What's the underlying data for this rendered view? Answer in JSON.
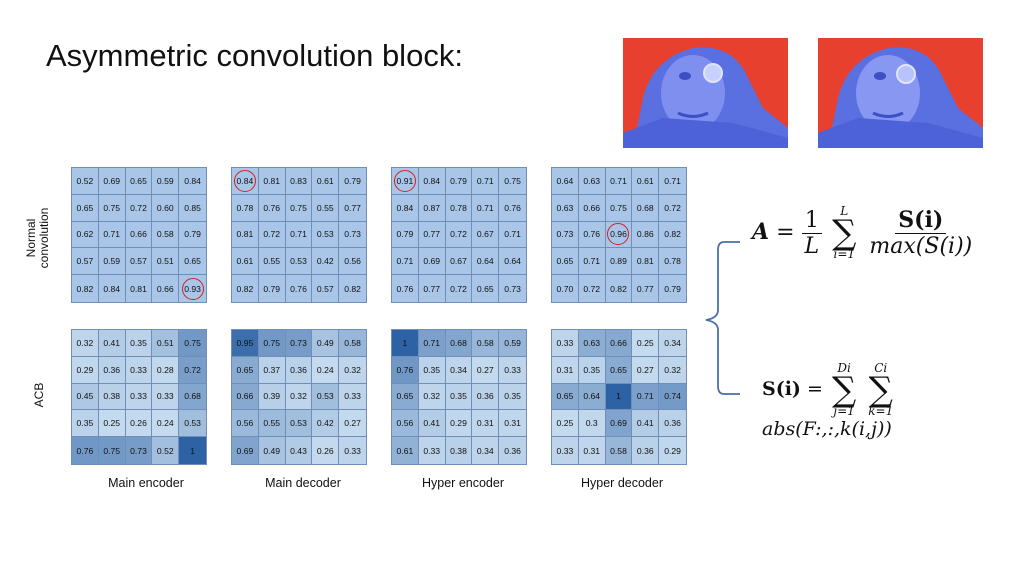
{
  "title": "Asymmetric convolution block:",
  "row_labels": {
    "normal": [
      "Normal",
      "convolution"
    ],
    "acb": "ACB"
  },
  "columns": [
    {
      "label": "Main encoder",
      "normal": [
        [
          "0.52",
          "0.69",
          "0.65",
          "0.59",
          "0.84"
        ],
        [
          "0.65",
          "0.75",
          "0.72",
          "0.60",
          "0.85"
        ],
        [
          "0.62",
          "0.71",
          "0.66",
          "0.58",
          "0.79"
        ],
        [
          "0.57",
          "0.59",
          "0.57",
          "0.51",
          "0.65"
        ],
        [
          "0.82",
          "0.84",
          "0.81",
          "0.66",
          "0.93"
        ]
      ],
      "normal_circle": [
        4,
        4
      ],
      "acb": [
        [
          "0.32",
          "0.41",
          "0.35",
          "0.51",
          "0.75"
        ],
        [
          "0.29",
          "0.36",
          "0.33",
          "0.28",
          "0.72"
        ],
        [
          "0.45",
          "0.38",
          "0.33",
          "0.33",
          "0.68"
        ],
        [
          "0.35",
          "0.25",
          "0.26",
          "0.24",
          "0.53"
        ],
        [
          "0.76",
          "0.75",
          "0.73",
          "0.52",
          "1"
        ]
      ]
    },
    {
      "label": "Main decoder",
      "normal": [
        [
          "0.84",
          "0.81",
          "0.83",
          "0.61",
          "0.79"
        ],
        [
          "0.78",
          "0.76",
          "0.75",
          "0.55",
          "0.77"
        ],
        [
          "0.81",
          "0.72",
          "0.71",
          "0.53",
          "0.73"
        ],
        [
          "0.61",
          "0.55",
          "0.53",
          "0.42",
          "0.56"
        ],
        [
          "0.82",
          "0.79",
          "0.76",
          "0.57",
          "0.82"
        ]
      ],
      "normal_circle": [
        0,
        0
      ],
      "acb": [
        [
          "0.95",
          "0.75",
          "0.73",
          "0.49",
          "0.58"
        ],
        [
          "0.65",
          "0.37",
          "0.36",
          "0.24",
          "0.32"
        ],
        [
          "0.66",
          "0.39",
          "0.32",
          "0.53",
          "0.33"
        ],
        [
          "0.56",
          "0.55",
          "0.53",
          "0.42",
          "0.27"
        ],
        [
          "0.69",
          "0.49",
          "0.43",
          "0.26",
          "0.33"
        ]
      ]
    },
    {
      "label": "Hyper encoder",
      "normal": [
        [
          "0.91",
          "0.84",
          "0.79",
          "0.71",
          "0.75"
        ],
        [
          "0.84",
          "0.87",
          "0.78",
          "0.71",
          "0.76"
        ],
        [
          "0.79",
          "0.77",
          "0.72",
          "0.67",
          "0.71"
        ],
        [
          "0.71",
          "0.69",
          "0.67",
          "0.64",
          "0.64"
        ],
        [
          "0.76",
          "0.77",
          "0.72",
          "0.65",
          "0.73"
        ]
      ],
      "normal_circle": [
        0,
        0
      ],
      "acb": [
        [
          "1",
          "0.71",
          "0.68",
          "0.58",
          "0.59"
        ],
        [
          "0.76",
          "0.35",
          "0.34",
          "0.27",
          "0.33"
        ],
        [
          "0.65",
          "0.32",
          "0.35",
          "0.36",
          "0.35"
        ],
        [
          "0.56",
          "0.41",
          "0.29",
          "0.31",
          "0.31"
        ],
        [
          "0.61",
          "0.33",
          "0.38",
          "0.34",
          "0.36"
        ]
      ]
    },
    {
      "label": "Hyper decoder",
      "normal": [
        [
          "0.64",
          "0.63",
          "0.71",
          "0.61",
          "0.71"
        ],
        [
          "0.63",
          "0.66",
          "0.75",
          "0.68",
          "0.72"
        ],
        [
          "0.73",
          "0.76",
          "0.96",
          "0.86",
          "0.82"
        ],
        [
          "0.65",
          "0.71",
          "0.89",
          "0.81",
          "0.78"
        ],
        [
          "0.70",
          "0.72",
          "0.82",
          "0.77",
          "0.79"
        ]
      ],
      "normal_circle": [
        2,
        2
      ],
      "acb": [
        [
          "0.33",
          "0.63",
          "0.66",
          "0.25",
          "0.34"
        ],
        [
          "0.31",
          "0.35",
          "0.65",
          "0.27",
          "0.32"
        ],
        [
          "0.65",
          "0.64",
          "1",
          "0.71",
          "0.74"
        ],
        [
          "0.25",
          "0.3",
          "0.69",
          "0.41",
          "0.36"
        ],
        [
          "0.33",
          "0.31",
          "0.58",
          "0.36",
          "0.29"
        ]
      ]
    }
  ],
  "formula_a": {
    "lhs": "A",
    "eq": "=",
    "num": "1",
    "den": "L",
    "sum_top": "L",
    "sum_bottom": "i=1",
    "frac_num": "S(i)",
    "frac_den": "max(S(i))"
  },
  "formula_s": {
    "lhs": "S(i)",
    "eq": "=",
    "sum1_top": "Di",
    "sum1_bottom": "j=1",
    "sum2_top": "Ci",
    "sum2_bottom": "k=1",
    "body": "abs(F:,:,k(i,j))"
  },
  "colors": {
    "grid_border": "#6f8fb8",
    "circle": "#d32020",
    "brace": "#4a6fa8"
  }
}
